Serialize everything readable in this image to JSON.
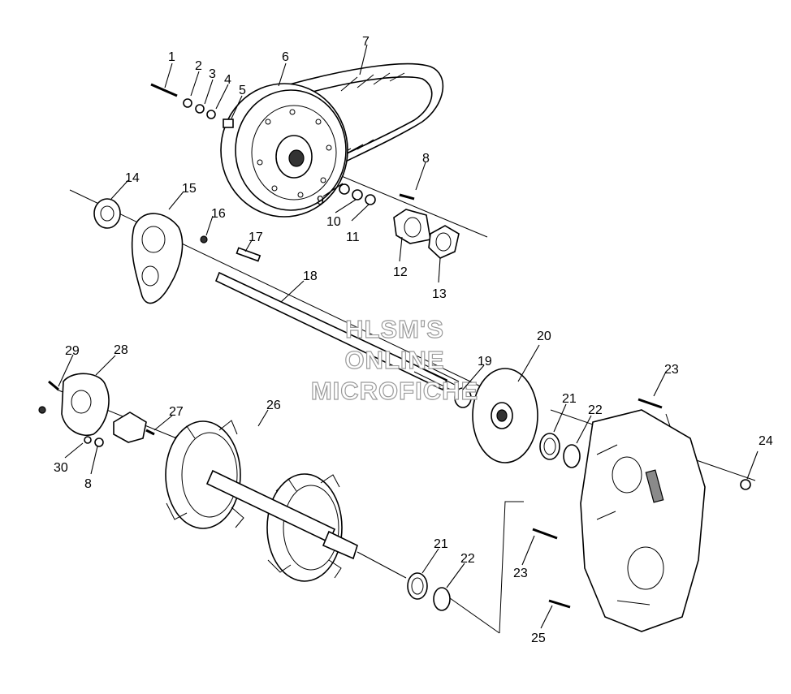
{
  "watermark": {
    "line1": "HLSM'S",
    "line2": "ONLINE",
    "line3": "MICROFICHE"
  },
  "callouts": [
    "1",
    "2",
    "3",
    "4",
    "5",
    "6",
    "7",
    "8",
    "9",
    "10",
    "11",
    "12",
    "13",
    "14",
    "15",
    "16",
    "17",
    "18",
    "19",
    "20",
    "21",
    "22",
    "23",
    "24",
    "25",
    "26",
    "27",
    "28",
    "29",
    "30",
    "8",
    "21",
    "22",
    "23"
  ]
}
